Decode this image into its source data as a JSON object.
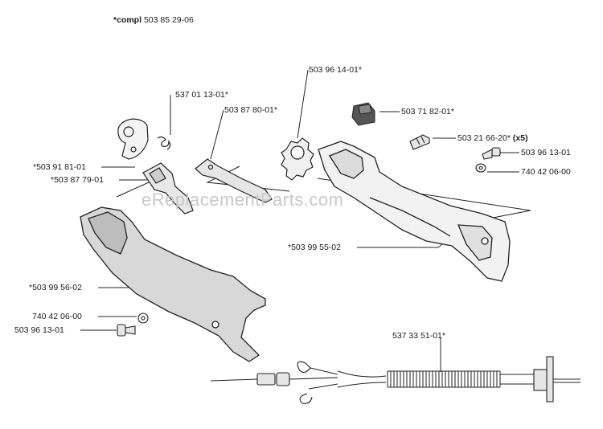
{
  "header": {
    "compl_prefix": "*compl",
    "compl_number": "503 85 29-06"
  },
  "watermark": "eReplacementParts.com",
  "labels": {
    "p_503961401": "503 96 14-01*",
    "p_537011301": "537 01 13-01*",
    "p_503878001": "503 87 80-01*",
    "p_503718201": "503 71 82-01*",
    "p_503216620": "503 21 66-20*",
    "p_x5": "(x5)",
    "p_503961301_r": "503 96 13-01",
    "p_740420600_r": "740 42 06-00",
    "p_503918101": "*503 91 81-01",
    "p_503877901": "*503 87 79-01",
    "p_503995502": "*503 99 55-02",
    "p_503995602": "*503 99 56-02",
    "p_740420600_l": "740 42 06-00",
    "p_503961301_l": "503 96 13-01",
    "p_537335101": "537 33 51-01*"
  }
}
